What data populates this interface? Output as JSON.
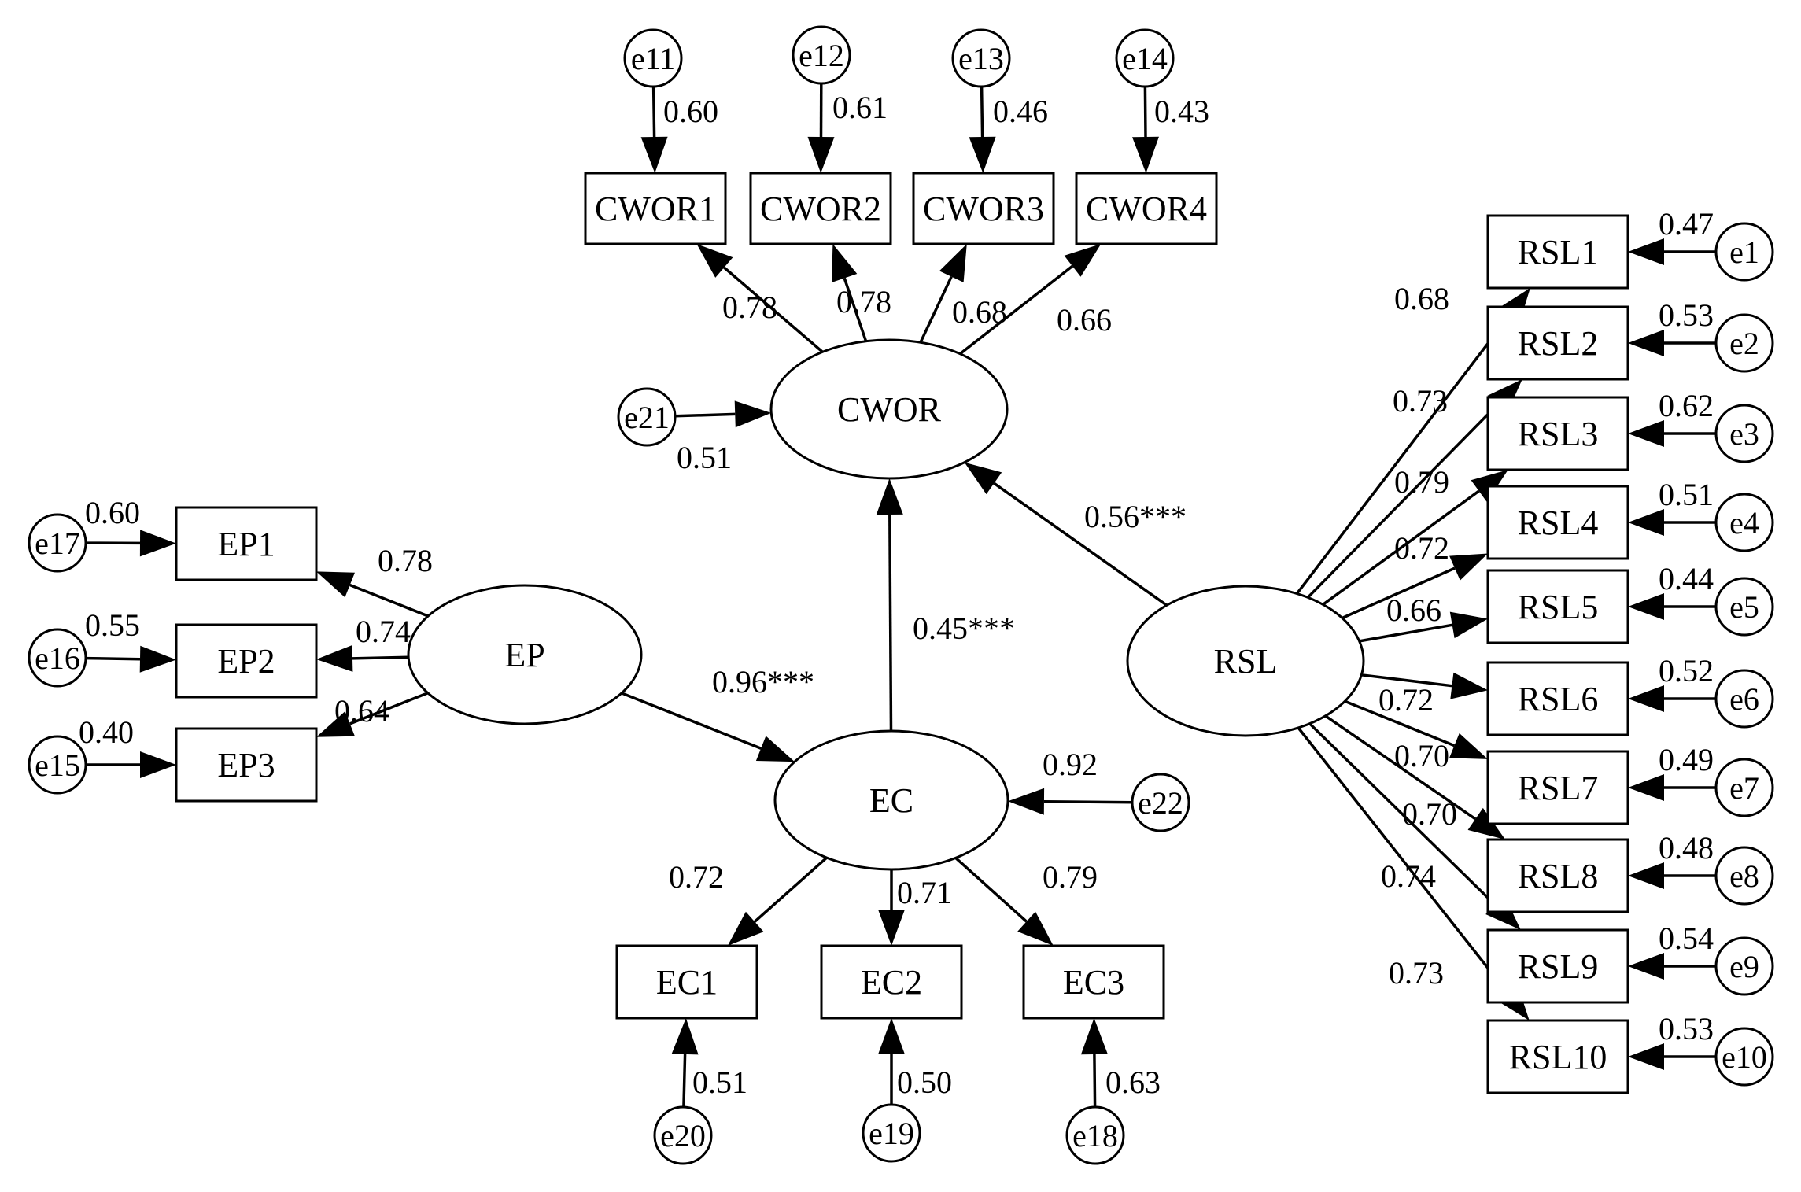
{
  "latent": [
    {
      "id": "CWOR",
      "label": "CWOR"
    },
    {
      "id": "EP",
      "label": "EP"
    },
    {
      "id": "EC",
      "label": "EC"
    },
    {
      "id": "RSL",
      "label": "RSL"
    }
  ],
  "observed": [
    {
      "id": "CWOR1",
      "label": "CWOR1"
    },
    {
      "id": "CWOR2",
      "label": "CWOR2"
    },
    {
      "id": "CWOR3",
      "label": "CWOR3"
    },
    {
      "id": "CWOR4",
      "label": "CWOR4"
    },
    {
      "id": "EP1",
      "label": "EP1"
    },
    {
      "id": "EP2",
      "label": "EP2"
    },
    {
      "id": "EP3",
      "label": "EP3"
    },
    {
      "id": "EC1",
      "label": "EC1"
    },
    {
      "id": "EC2",
      "label": "EC2"
    },
    {
      "id": "EC3",
      "label": "EC3"
    },
    {
      "id": "RSL1",
      "label": "RSL1"
    },
    {
      "id": "RSL2",
      "label": "RSL2"
    },
    {
      "id": "RSL3",
      "label": "RSL3"
    },
    {
      "id": "RSL4",
      "label": "RSL4"
    },
    {
      "id": "RSL5",
      "label": "RSL5"
    },
    {
      "id": "RSL6",
      "label": "RSL6"
    },
    {
      "id": "RSL7",
      "label": "RSL7"
    },
    {
      "id": "RSL8",
      "label": "RSL8"
    },
    {
      "id": "RSL9",
      "label": "RSL9"
    },
    {
      "id": "RSL10",
      "label": "RSL10"
    }
  ],
  "errors": [
    {
      "id": "e1",
      "label": "e1"
    },
    {
      "id": "e2",
      "label": "e2"
    },
    {
      "id": "e3",
      "label": "e3"
    },
    {
      "id": "e4",
      "label": "e4"
    },
    {
      "id": "e5",
      "label": "e5"
    },
    {
      "id": "e6",
      "label": "e6"
    },
    {
      "id": "e7",
      "label": "e7"
    },
    {
      "id": "e8",
      "label": "e8"
    },
    {
      "id": "e9",
      "label": "e9"
    },
    {
      "id": "e10",
      "label": "e10"
    },
    {
      "id": "e11",
      "label": "e11"
    },
    {
      "id": "e12",
      "label": "e12"
    },
    {
      "id": "e13",
      "label": "e13"
    },
    {
      "id": "e14",
      "label": "e14"
    },
    {
      "id": "e15",
      "label": "e15"
    },
    {
      "id": "e16",
      "label": "e16"
    },
    {
      "id": "e17",
      "label": "e17"
    },
    {
      "id": "e18",
      "label": "e18"
    },
    {
      "id": "e19",
      "label": "e19"
    },
    {
      "id": "e20",
      "label": "e20"
    },
    {
      "id": "e21",
      "label": "e21"
    },
    {
      "id": "e22",
      "label": "e22"
    }
  ],
  "structural_paths": [
    {
      "from": "EP",
      "to": "EC",
      "coef": "0.96***"
    },
    {
      "from": "EC",
      "to": "CWOR",
      "coef": "0.45***"
    },
    {
      "from": "RSL",
      "to": "CWOR",
      "coef": "0.56***"
    }
  ],
  "loadings": [
    {
      "from": "CWOR",
      "to": "CWOR1",
      "coef": "0.78"
    },
    {
      "from": "CWOR",
      "to": "CWOR2",
      "coef": "0.78"
    },
    {
      "from": "CWOR",
      "to": "CWOR3",
      "coef": "0.68"
    },
    {
      "from": "CWOR",
      "to": "CWOR4",
      "coef": "0.66"
    },
    {
      "from": "EP",
      "to": "EP1",
      "coef": "0.78"
    },
    {
      "from": "EP",
      "to": "EP2",
      "coef": "0.74"
    },
    {
      "from": "EP",
      "to": "EP3",
      "coef": "0.64"
    },
    {
      "from": "EC",
      "to": "EC1",
      "coef": "0.72"
    },
    {
      "from": "EC",
      "to": "EC2",
      "coef": "0.71"
    },
    {
      "from": "EC",
      "to": "EC3",
      "coef": "0.79"
    },
    {
      "from": "RSL",
      "to": "RSL1",
      "coef": "0.68"
    },
    {
      "from": "RSL",
      "to": "RSL2",
      "coef": "0.73"
    },
    {
      "from": "RSL",
      "to": "RSL3",
      "coef": "0.79"
    },
    {
      "from": "RSL",
      "to": "RSL4",
      "coef": "0.72"
    },
    {
      "from": "RSL",
      "to": "RSL5",
      "coef": "0.66"
    },
    {
      "from": "RSL",
      "to": "RSL6",
      "coef": "0.72"
    },
    {
      "from": "RSL",
      "to": "RSL7",
      "coef": "0.70"
    },
    {
      "from": "RSL",
      "to": "RSL8",
      "coef": "0.70"
    },
    {
      "from": "RSL",
      "to": "RSL9",
      "coef": "0.74"
    },
    {
      "from": "RSL",
      "to": "RSL10",
      "coef": "0.73"
    }
  ],
  "error_paths": [
    {
      "from": "e1",
      "to": "RSL1",
      "coef": "0.47"
    },
    {
      "from": "e2",
      "to": "RSL2",
      "coef": "0.53"
    },
    {
      "from": "e3",
      "to": "RSL3",
      "coef": "0.62"
    },
    {
      "from": "e4",
      "to": "RSL4",
      "coef": "0.51"
    },
    {
      "from": "e5",
      "to": "RSL5",
      "coef": "0.44"
    },
    {
      "from": "e6",
      "to": "RSL6",
      "coef": "0.52"
    },
    {
      "from": "e7",
      "to": "RSL7",
      "coef": "0.49"
    },
    {
      "from": "e8",
      "to": "RSL8",
      "coef": "0.48"
    },
    {
      "from": "e9",
      "to": "RSL9",
      "coef": "0.54"
    },
    {
      "from": "e10",
      "to": "RSL10",
      "coef": "0.53"
    },
    {
      "from": "e11",
      "to": "CWOR1",
      "coef": "0.60"
    },
    {
      "from": "e12",
      "to": "CWOR2",
      "coef": "0.61"
    },
    {
      "from": "e13",
      "to": "CWOR3",
      "coef": "0.46"
    },
    {
      "from": "e14",
      "to": "CWOR4",
      "coef": "0.43"
    },
    {
      "from": "e15",
      "to": "EP3",
      "coef": "0.40"
    },
    {
      "from": "e16",
      "to": "EP2",
      "coef": "0.55"
    },
    {
      "from": "e17",
      "to": "EP1",
      "coef": "0.60"
    },
    {
      "from": "e18",
      "to": "EC3",
      "coef": "0.63"
    },
    {
      "from": "e19",
      "to": "EC2",
      "coef": "0.50"
    },
    {
      "from": "e20",
      "to": "EC1",
      "coef": "0.51"
    },
    {
      "from": "e21",
      "to": "CWOR",
      "coef": "0.51"
    },
    {
      "from": "e22",
      "to": "EC",
      "coef": "0.92"
    }
  ],
  "colors": {
    "stroke": "#000000",
    "fill": "#ffffff",
    "text": "#000000"
  }
}
